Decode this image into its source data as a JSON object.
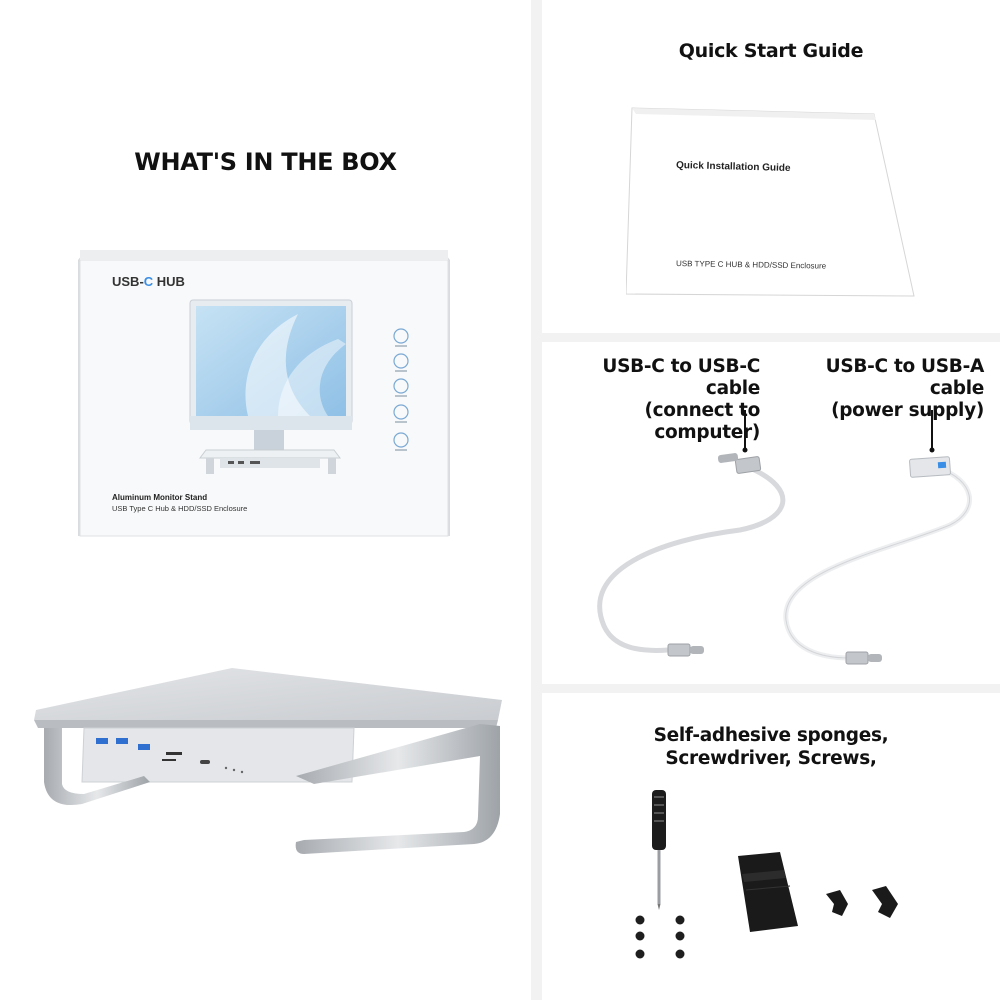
{
  "left": {
    "heading": "WHAT'S IN THE BOX",
    "box": {
      "brand_prefix": "USB-",
      "brand_accent": "C",
      "brand_suffix": " HUB",
      "product_line1": "Aluminum Monitor Stand",
      "product_line2": "USB Type C Hub & HDD/SSD Enclosure"
    }
  },
  "guide": {
    "heading": "Quick Start Guide",
    "booklet_title": "Quick Installation Guide",
    "booklet_subtitle": "USB TYPE C HUB & HDD/SSD Enclosure"
  },
  "cables": {
    "usb_c": {
      "line1": "USB-C to USB-C cable",
      "line2": "(connect to computer)"
    },
    "usb_a": {
      "line1": "USB-C to USB-A cable",
      "line2": "(power supply)"
    }
  },
  "accessories": {
    "line1": "Self-adhesive sponges,",
    "line2": "Screwdriver, Screws,"
  },
  "colors": {
    "accent_blue": "#3a8ee6",
    "aluminum": "#d9dbde",
    "divider": "#f2f2f2"
  }
}
